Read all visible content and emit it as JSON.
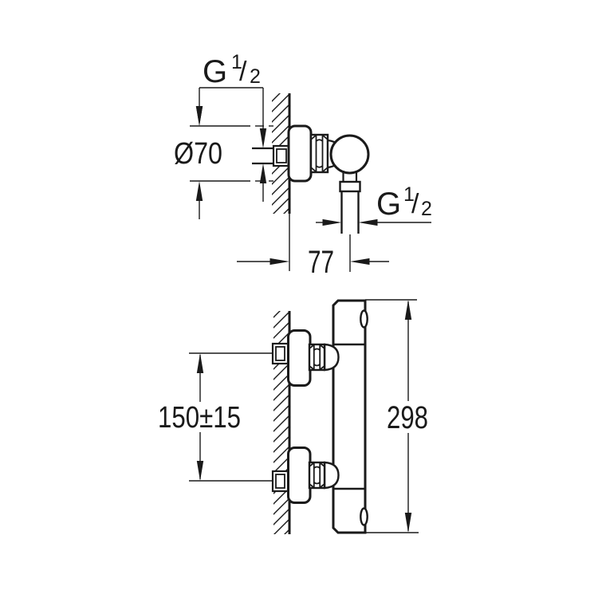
{
  "drawing": {
    "type": "technical-dimension-drawing",
    "subject": "wall-mounted thermostatic shower mixer installation drawing, top view and side view",
    "background_color": "#ffffff",
    "line_color": "#1a1a1a",
    "dimensions": {
      "top_view": {
        "wall_thread": {
          "letter": "G",
          "fraction_numerator": "1",
          "fraction_slash": "/",
          "fraction_denominator": "2"
        },
        "escutcheon_diameter": "Ø70",
        "outlet_thread": {
          "letter": "G",
          "fraction_numerator": "1",
          "fraction_slash": "/",
          "fraction_denominator": "2"
        },
        "wall_to_outlet_center": "77"
      },
      "side_view": {
        "inlet_spacing": "150±15",
        "overall_height": "298"
      }
    }
  }
}
